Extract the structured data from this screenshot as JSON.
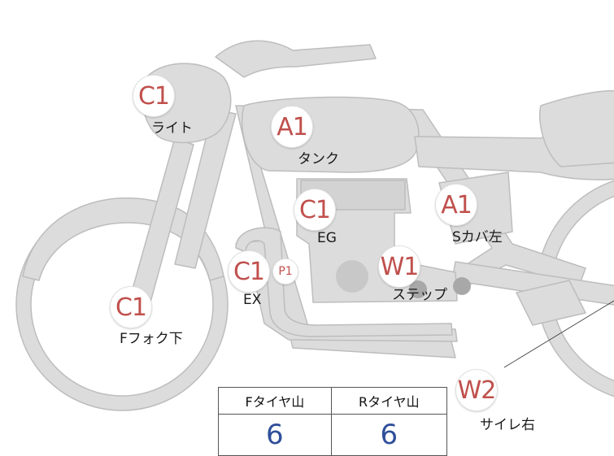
{
  "colors": {
    "bike_fill": "#dcdcdc",
    "bike_stroke": "#bdbdbd",
    "code_text": "#c0504d",
    "tire_value": "#2f4f9a"
  },
  "markers": [
    {
      "id": "light",
      "code": "C1",
      "label": "ライト"
    },
    {
      "id": "tank",
      "code": "A1",
      "label": "タンク"
    },
    {
      "id": "engine",
      "code": "C1",
      "label": "EG"
    },
    {
      "id": "side-cover",
      "code": "A1",
      "label": "Sカバ左"
    },
    {
      "id": "exhaust",
      "code": "C1",
      "label": "EX"
    },
    {
      "id": "exhaust-p",
      "code": "P1",
      "label": ""
    },
    {
      "id": "step",
      "code": "W1",
      "label": "ステップ"
    },
    {
      "id": "front-fork",
      "code": "C1",
      "label": "Fフォク下"
    },
    {
      "id": "muffler",
      "code": "W2",
      "label": "サイレ右"
    }
  ],
  "tire_table": {
    "front_header": "Fタイヤ山",
    "rear_header": "Rタイヤ山",
    "front_value": "6",
    "rear_value": "6"
  }
}
